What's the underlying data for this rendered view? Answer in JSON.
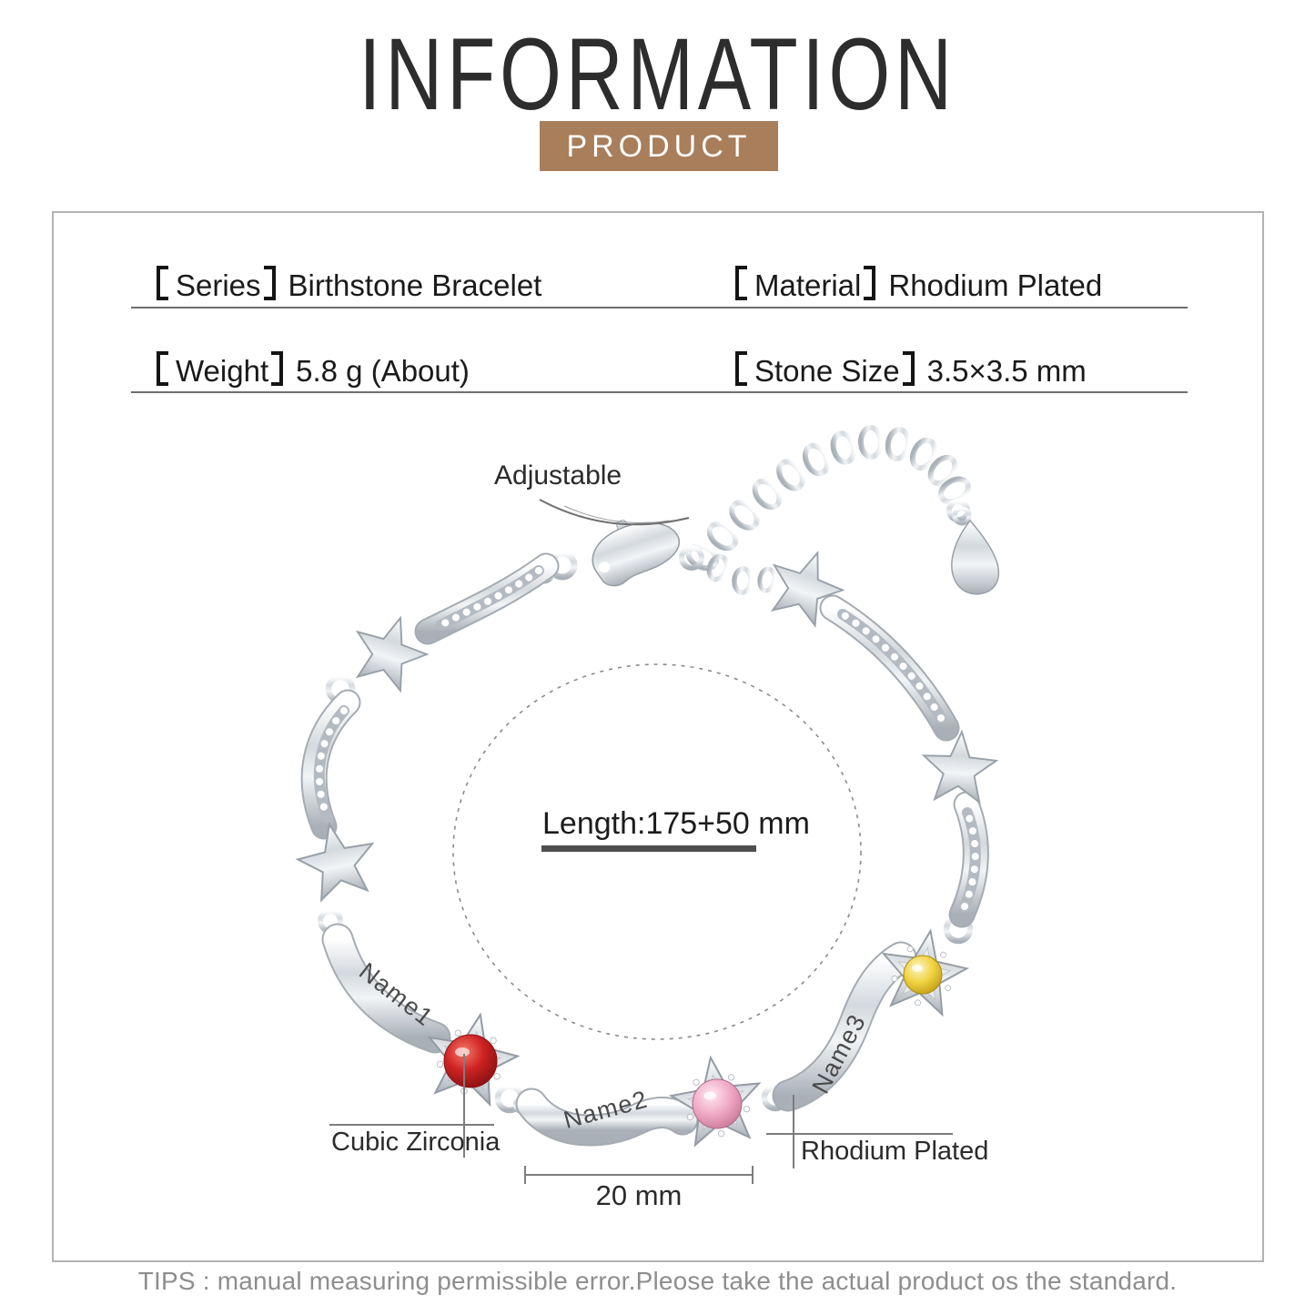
{
  "header": {
    "title": "INFORMATION",
    "badge": "PRODUCT"
  },
  "specs": {
    "series": {
      "label": "Series",
      "value": "Birthstone Bracelet"
    },
    "material": {
      "label": "Material",
      "value": "Rhodium Plated"
    },
    "weight": {
      "label": "Weight",
      "value": "5.8 g (About)"
    },
    "stone_size": {
      "label": "Stone Size",
      "value": "3.5×3.5 mm"
    }
  },
  "diagram": {
    "adjustable": "Adjustable",
    "length": "Length:175+50 mm",
    "engravings": {
      "name1": "Name1",
      "name2": "Name2",
      "name3": "Name3"
    },
    "callouts": {
      "cubic_zirconia": "Cubic Zirconia",
      "rhodium_plated": "Rhodium Plated",
      "width": "20 mm"
    },
    "stones": {
      "red": "#b81d1d",
      "pink": "#efa9c4",
      "yellow": "#efd23e"
    },
    "metal": "#d7dbe0"
  },
  "footer": {
    "tips": "TIPS : manual measuring permissible error.Pleose take the actual product os the standard."
  },
  "colors": {
    "badge_bg": "#a87e5b",
    "title_text": "#2d2d2d",
    "divider": "#6e6e6e",
    "box_border": "#b3b3b3",
    "tips_text": "#8e8e8e",
    "annotation_line": "#8a8a8a"
  }
}
